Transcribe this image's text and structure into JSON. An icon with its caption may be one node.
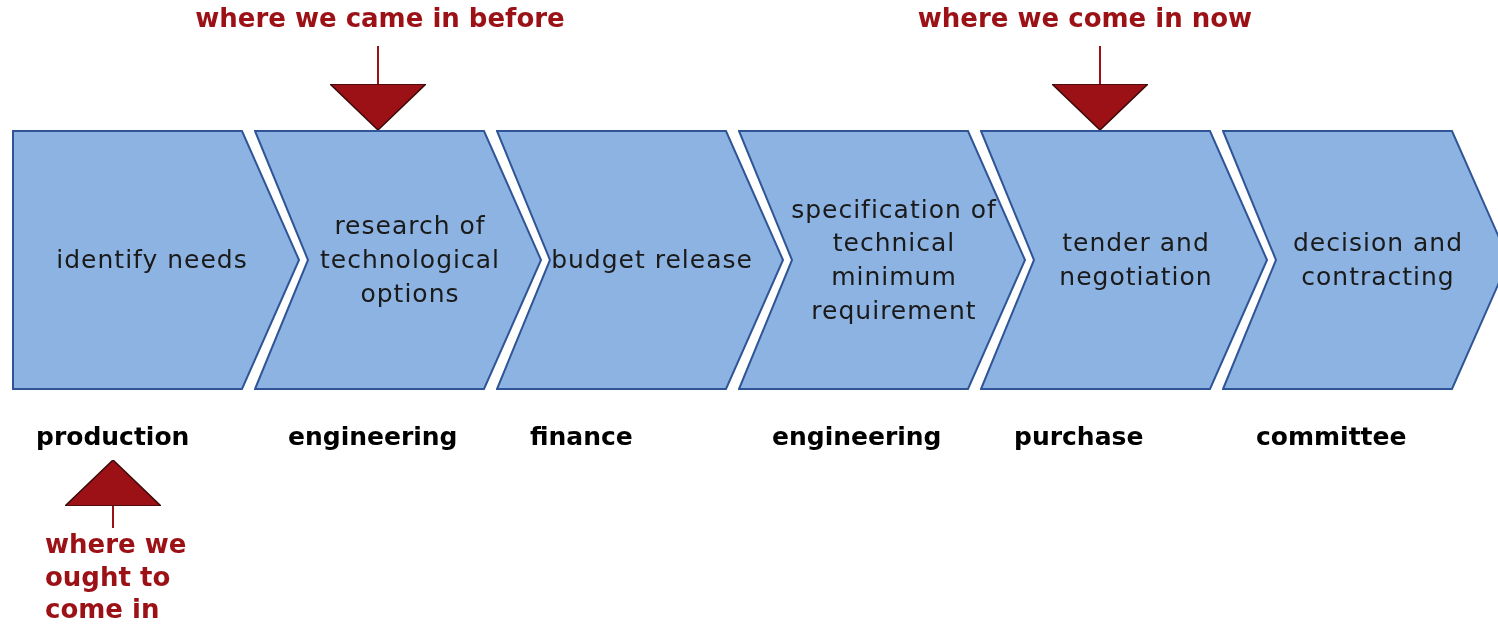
{
  "diagram": {
    "nodes": [
      {
        "text": [
          "identify needs"
        ],
        "beside": [
          "production"
        ]
      },
      {
        "text": [
          "research of technological options"
        ],
        "beside": [
          "engineering"
        ]
      },
      {
        "text": [
          "budget release"
        ],
        "beside": [
          "finance"
        ]
      },
      {
        "text": [
          "specification of technical minimum requirement"
        ],
        "beside": [
          "engineering"
        ]
      },
      {
        "text": [
          "tender and negotiation"
        ],
        "beside": [
          "purchase"
        ]
      },
      {
        "text": [
          "decision and contracting"
        ],
        "beside": [
          "committee"
        ]
      },
      {
        "text": [
          "where we came in before"
        ]
      },
      {
        "text": [
          "where we come in now"
        ]
      },
      {
        "text": [
          "where we ought to come in"
        ]
      }
    ],
    "edges": [
      {
        "from": 6,
        "to": 1,
        "arrow": "to"
      },
      {
        "from": 7,
        "to": 4,
        "arrow": "to"
      },
      {
        "from": 8,
        "to": 0,
        "arrow": "to"
      }
    ]
  }
}
